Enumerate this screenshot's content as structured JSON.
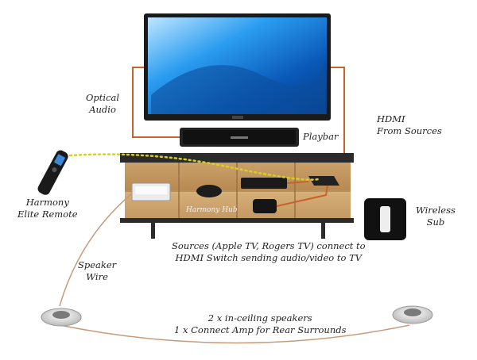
{
  "labels": {
    "optical_audio": [
      "Optical",
      "Audio"
    ],
    "hdmi_from_sources": [
      "HDMI",
      "From Sources"
    ],
    "playbar": "Playbar",
    "harmony_remote": [
      "Harmony",
      "Elite Remote"
    ],
    "wireless_sub": [
      "Wireless",
      "Sub"
    ],
    "harmony_hub": "Harmony Hub",
    "sources_note": [
      "Sources (Apple TV, Rogers TV) connect to",
      "HDMI Switch sending audio/video to TV"
    ],
    "speaker_wire": [
      "Speaker",
      "Wire"
    ],
    "ceiling_note": [
      "2 x in-ceiling speakers",
      "1 x Connect Amp for Rear Surrounds"
    ]
  },
  "colors": {
    "cable": "#c8612c",
    "ir_dots": "#d8d020",
    "speaker_wire": "#c69a7a",
    "cabinet_wood": "#c9a06a",
    "screen": "#1f7fd6"
  }
}
